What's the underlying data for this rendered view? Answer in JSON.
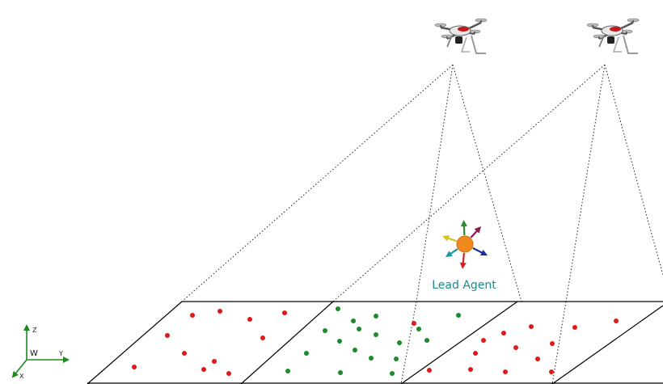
{
  "lead_agent": {
    "label": "Lead Agent",
    "label_color": "#1f8a8a",
    "body_color": "#f08a1c",
    "arrow_colors": [
      "#2e8b2e",
      "#8b1a4a",
      "#1a2f9a",
      "#d82020",
      "#1a9a9a",
      "#d4c020"
    ]
  },
  "axes": {
    "frame_label": "W",
    "axis_labels": {
      "z": "Z",
      "y": "Y",
      "x": "X"
    },
    "color": "#1e8a1e"
  },
  "drones": [
    {
      "name": "drone-left"
    },
    {
      "name": "drone-right"
    }
  ],
  "agents": {
    "red_color": "#e01818",
    "green_color": "#1a8a2a"
  },
  "colors": {
    "ground_line": "#000000",
    "fov_line": "#222222"
  }
}
